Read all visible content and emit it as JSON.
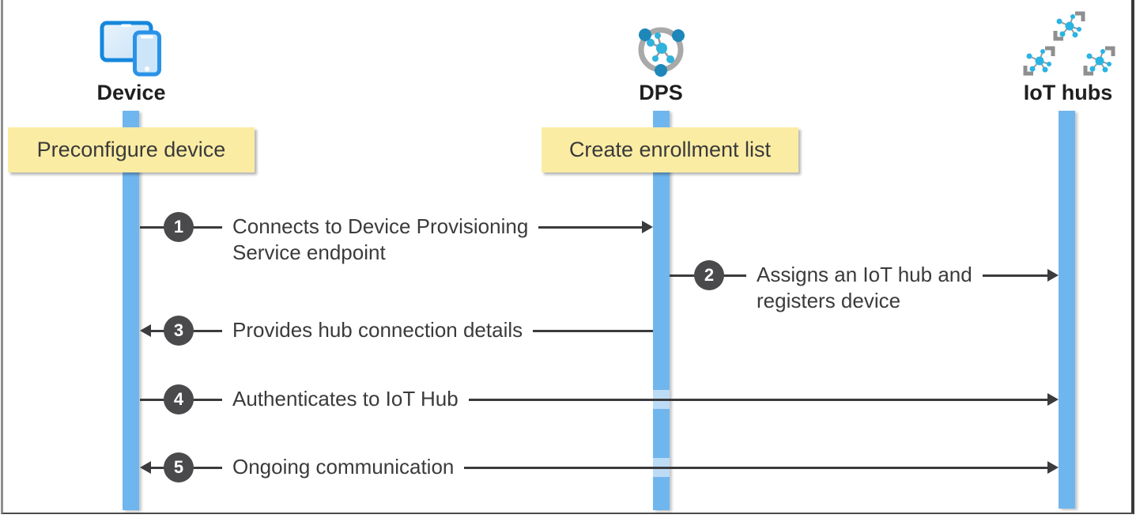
{
  "actors": [
    {
      "id": "device",
      "label": "Device"
    },
    {
      "id": "dps",
      "label": "DPS"
    },
    {
      "id": "iot_hubs",
      "label": "IoT hubs"
    }
  ],
  "notes": [
    {
      "label": "Preconfigure device",
      "actor": "device"
    },
    {
      "label": "Create enrollment list",
      "actor": "dps"
    }
  ],
  "messages": [
    {
      "num": "1",
      "line1": "Connects to Device Provisioning",
      "line2": "Service endpoint",
      "from": "Device",
      "to": "DPS",
      "bidirectional": false
    },
    {
      "num": "2",
      "line1": "Assigns an IoT hub and",
      "line2": "registers device",
      "from": "DPS",
      "to": "IoT hubs",
      "bidirectional": false
    },
    {
      "num": "3",
      "line1": "Provides hub connection details",
      "from": "DPS",
      "to": "Device",
      "bidirectional": false
    },
    {
      "num": "4",
      "line1": "Authenticates to IoT Hub",
      "from": "Device",
      "to": "IoT hubs",
      "bidirectional": false
    },
    {
      "num": "5",
      "line1": "Ongoing communication",
      "from": "Device",
      "to": "IoT hubs",
      "bidirectional": true
    }
  ],
  "colors": {
    "lifeline": "#70b6ee",
    "lifeline_crossing": "#bcdcf6",
    "note_bg": "#fbeca4",
    "badge_bg": "#4a4a4c",
    "arrow": "#3b3b3d",
    "icon_blue": "#1587dc",
    "icon_cyan": "#2fb2dc",
    "icon_gray": "#a9a9a9"
  }
}
